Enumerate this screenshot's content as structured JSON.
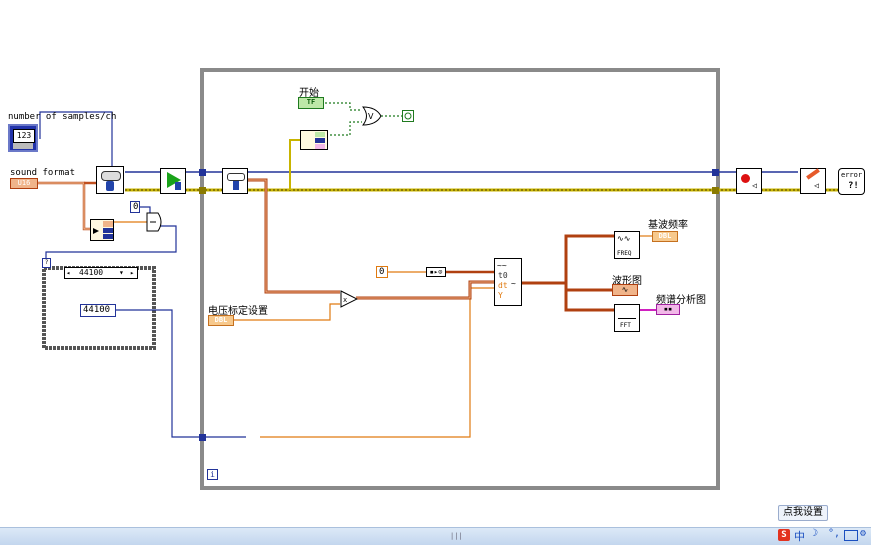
{
  "controls": {
    "samples_label": "number of samples/ch",
    "samples_value": "123",
    "sound_format_label": "sound format",
    "sound_format_type": "U16"
  },
  "constants": {
    "zero_a": "0",
    "zero_b": "0",
    "rate_ring": "44100",
    "rate_value": "44100"
  },
  "loop": {
    "start_label": "开始",
    "start_type": "TF",
    "voltage_label": "电压标定设置",
    "voltage_type": "DBL",
    "fundamental_label": "基波频率",
    "fundamental_type": "DBL",
    "waveform_label": "波形图",
    "spectrum_label": "频谱分析图",
    "build_t0": "t0",
    "build_dt": "dt",
    "build_y": "Y",
    "fft_label": "FFT",
    "freq_label": "FREQ",
    "info_glyph": "i"
  },
  "error_node": "error",
  "taskbar": {
    "dot_settings_button": "点我设置",
    "ime_glyph": "中",
    "ime_logo": "S"
  },
  "colors": {
    "orange_wire": "#e07a10",
    "blue_wire": "#223399",
    "green_wire": "#1f7a1f",
    "yellow_wire": "#c8b400",
    "pink_wire": "#d020c0",
    "loop_border": "#7a7a7a"
  }
}
